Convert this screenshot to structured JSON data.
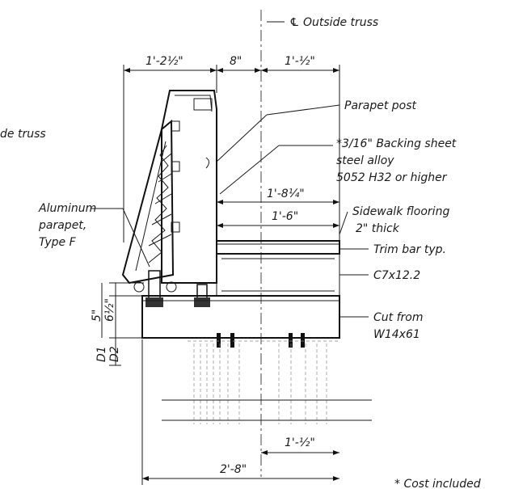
{
  "labels": {
    "centerline": "℄ Outside truss",
    "left_truss": "de truss",
    "parapet_post": "Parapet post",
    "backing_sheet": "*3/16\" Backing sheet",
    "backing_alloy": "steel alloy",
    "backing_grade": "5052 H32 or higher",
    "aluminum_parapet": "Aluminum",
    "aluminum_parapet_2": "parapet,",
    "aluminum_parapet_3": "Type F",
    "sidewalk_flooring": "Sidewalk flooring",
    "sidewalk_thick": "2\" thick",
    "trim_bar": "Trim bar typ.",
    "channel": "C7x12.2",
    "cut_from": "Cut from",
    "cut_from_2": "W14x61",
    "footnote": "* Cost included"
  },
  "dimensions": {
    "top_left": "1'-2½\"",
    "top_mid": "8\"",
    "top_right": "1'-½\"",
    "span_1": "1'-8¼\"",
    "span_2": "1'-6\"",
    "vert_5": "5\"",
    "vert_6": "6½\"",
    "vert_d1": "D1",
    "vert_d2": "D2",
    "bottom_1": "1'-½\"",
    "bottom_total": "2'-8\""
  }
}
